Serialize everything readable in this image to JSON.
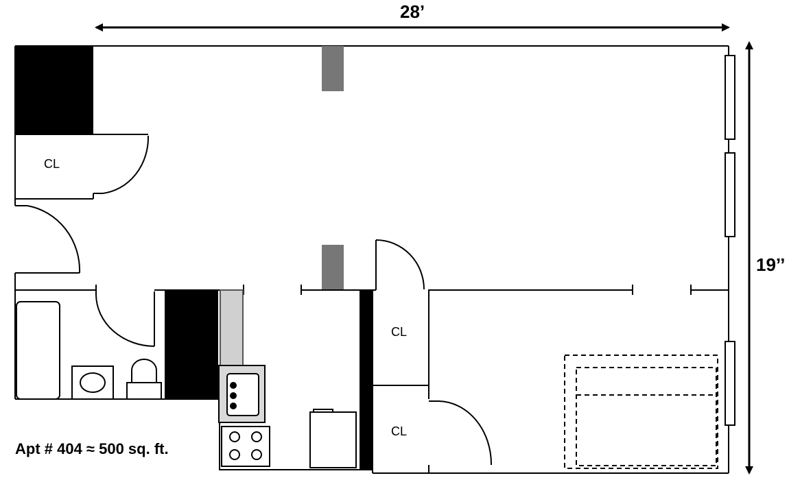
{
  "plan": {
    "width_label": "28’",
    "height_label": "19’’",
    "closet_label": "CL",
    "caption": "Apt # 404 ≈ 500 sq. ft."
  },
  "colors": {
    "wall": "#000000",
    "column": "#777777",
    "fridge": "#d0d0d0",
    "sink_bg": "#d9d9d9",
    "background": "#ffffff"
  }
}
